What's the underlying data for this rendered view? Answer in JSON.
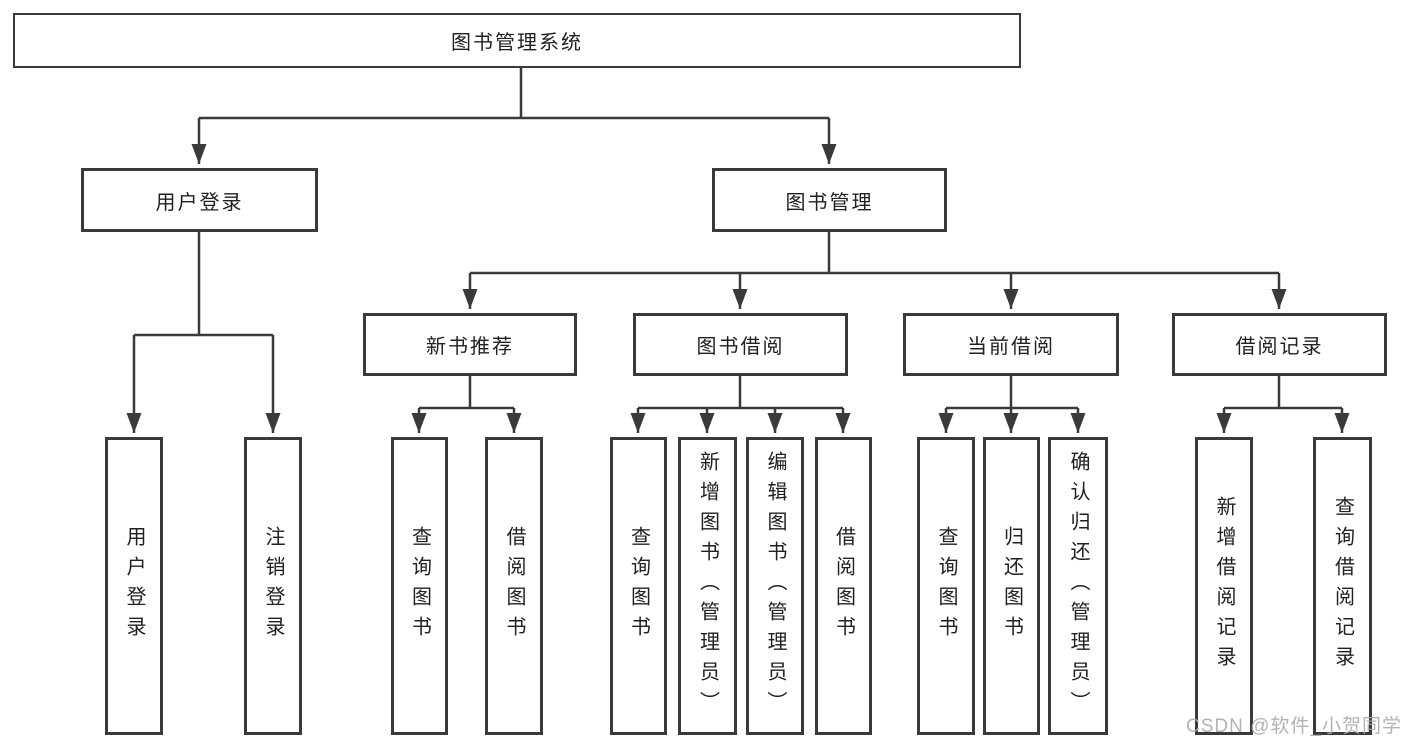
{
  "diagram": {
    "type": "hierarchy-tree",
    "root": {
      "label": "图书管理系统"
    },
    "branches": {
      "user": {
        "label": "用户登录",
        "children": [
          {
            "label": "用户登录"
          },
          {
            "label": "注销登录"
          }
        ]
      },
      "book": {
        "label": "图书管理",
        "groups": [
          {
            "label": "新书推荐",
            "children": [
              {
                "label": "查询图书"
              },
              {
                "label": "借阅图书"
              }
            ]
          },
          {
            "label": "图书借阅",
            "children": [
              {
                "label": "查询图书"
              },
              {
                "label": "新增图书（管理员）"
              },
              {
                "label": "编辑图书（管理员）"
              },
              {
                "label": "借阅图书"
              }
            ]
          },
          {
            "label": "当前借阅",
            "children": [
              {
                "label": "查询图书"
              },
              {
                "label": "归还图书"
              },
              {
                "label": "确认归还（管理员）"
              }
            ]
          },
          {
            "label": "借阅记录",
            "children": [
              {
                "label": "新增借阅记录"
              },
              {
                "label": "查询借阅记录"
              }
            ]
          }
        ]
      }
    },
    "colors": {
      "line": "#3a3a3a",
      "text": "#212121",
      "box_background": "#ffffff",
      "watermark": "#a8a8a8"
    }
  },
  "watermark": {
    "text": "CSDN @软件_小贺同学"
  }
}
